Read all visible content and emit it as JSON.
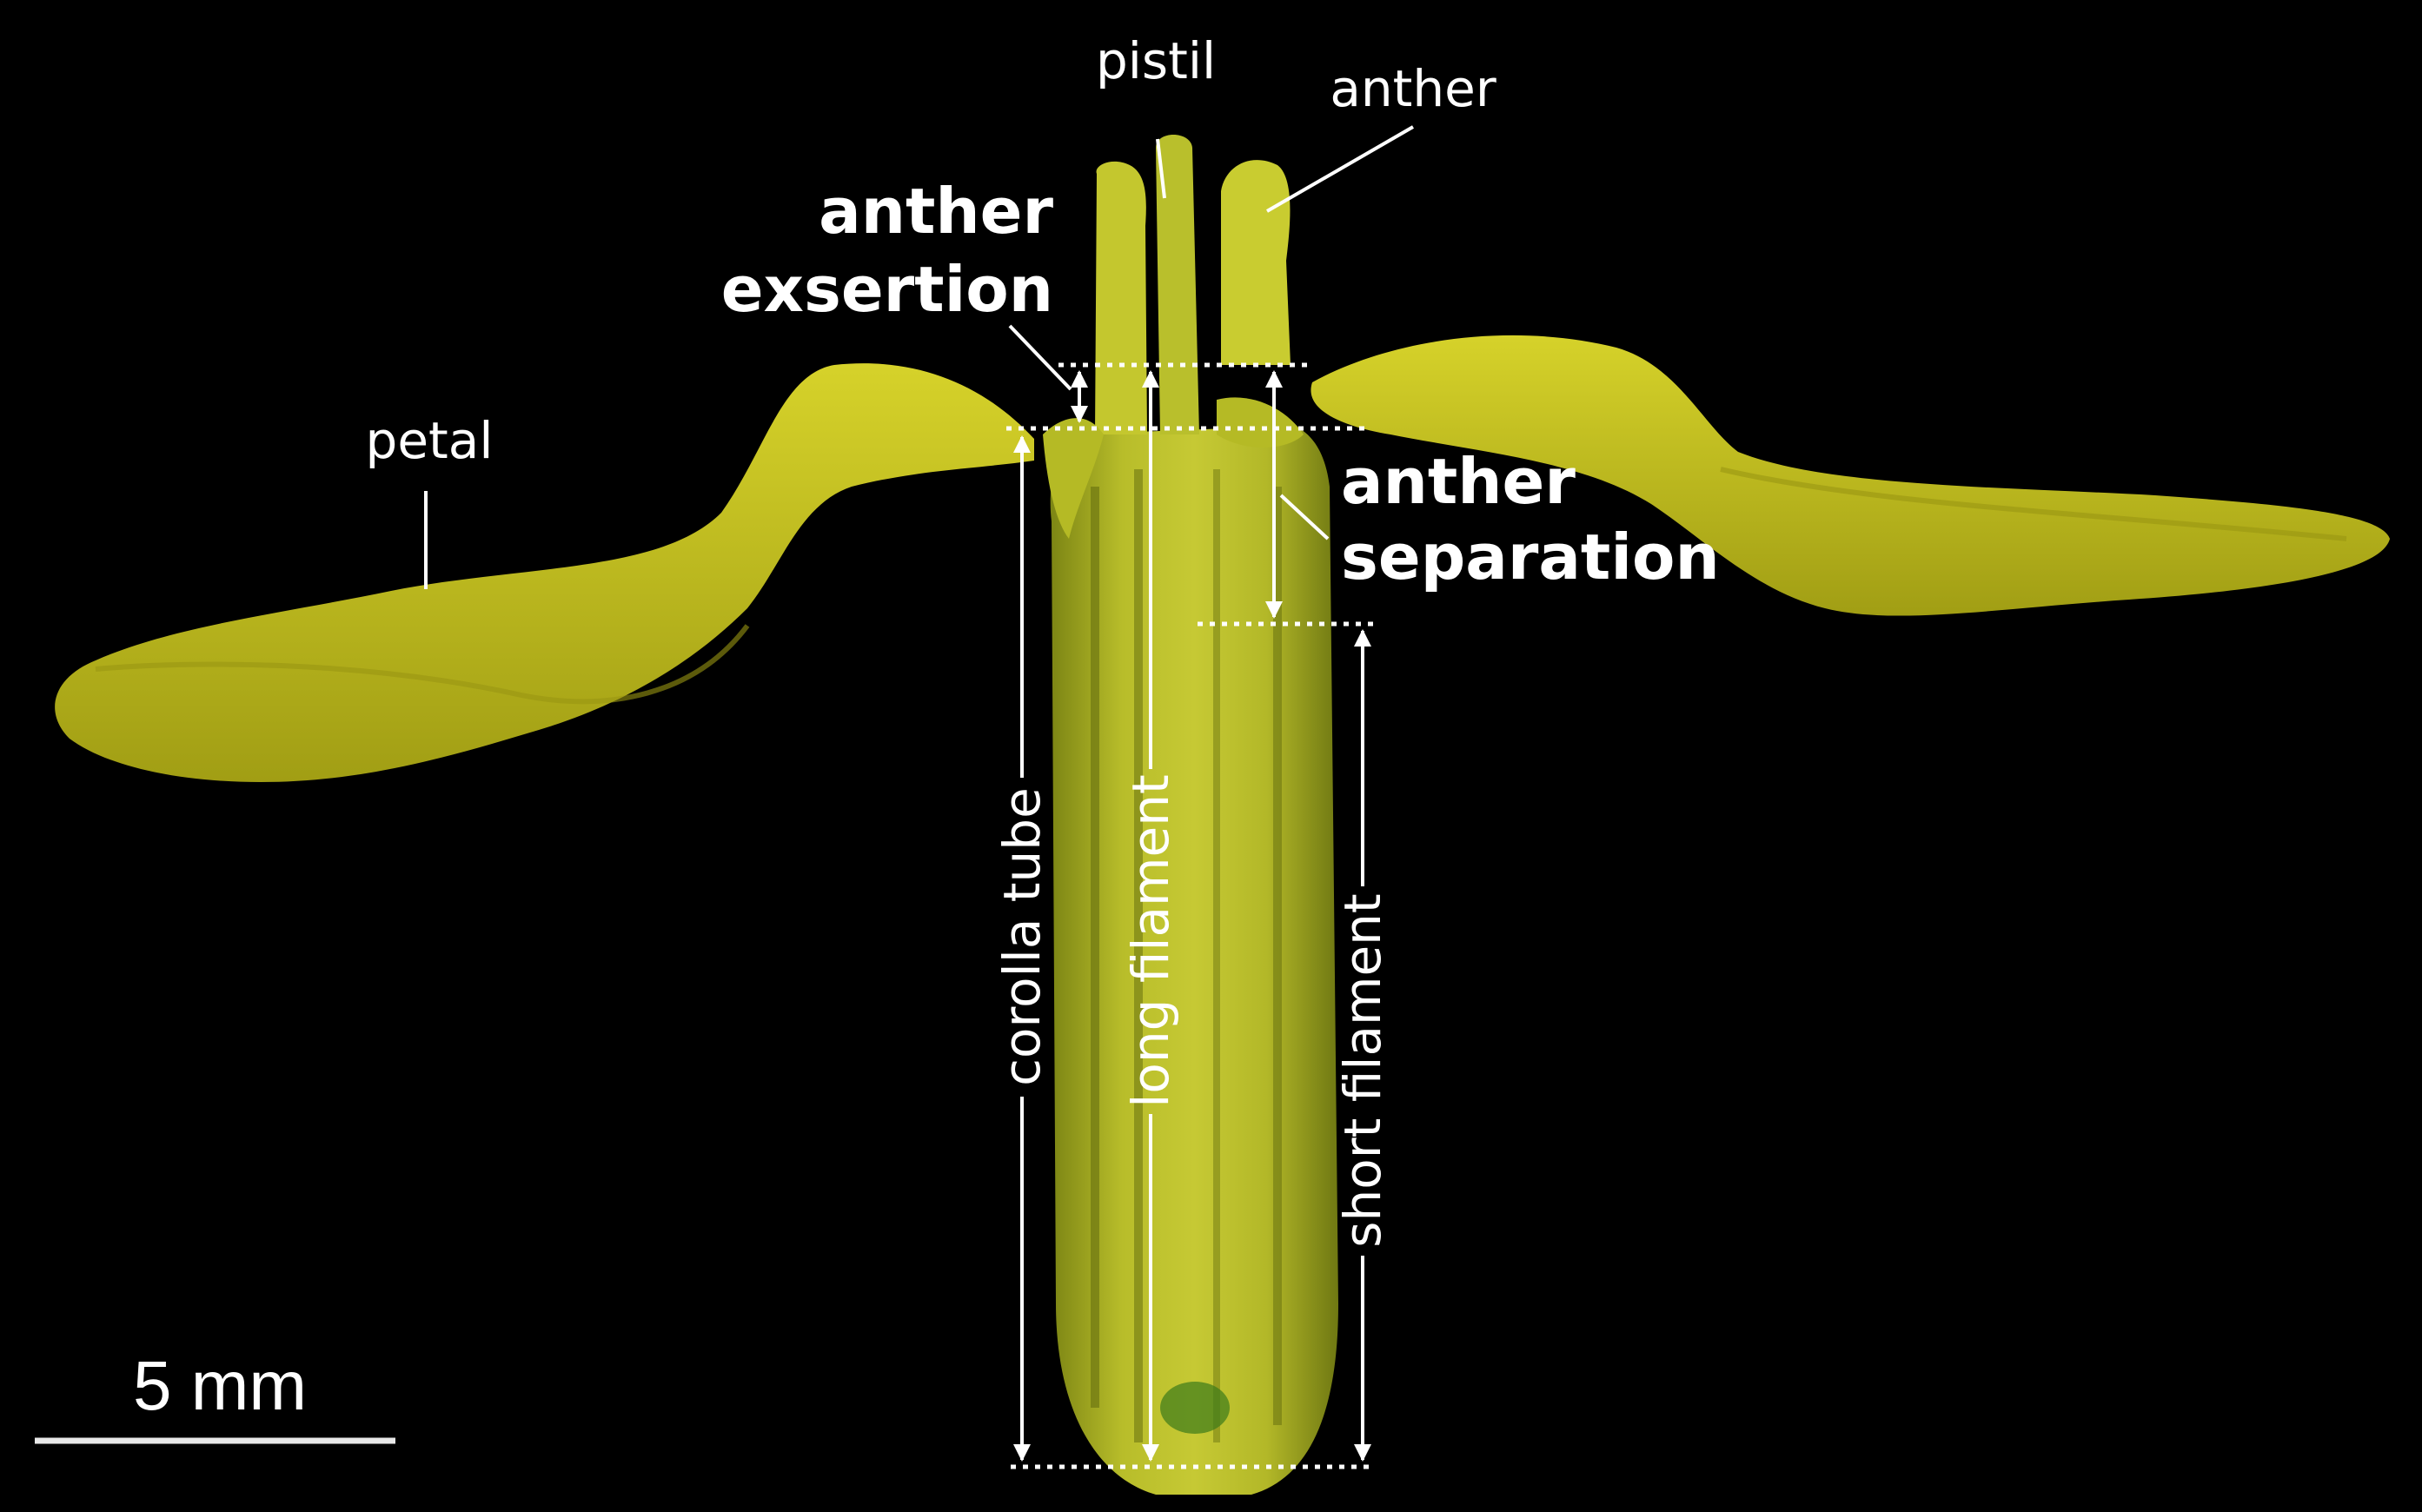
{
  "labels": {
    "pistil": "pistil",
    "anther": "anther",
    "anther_exsertion_line1": "anther",
    "anther_exsertion_line2": "exsertion",
    "petal": "petal",
    "anther_separation_line1": "anther",
    "anther_separation_line2": "separation",
    "corolla_tube": "corolla tube",
    "long_filament": "long filament",
    "short_filament": "short filament",
    "scale_bar": "5 mm"
  },
  "colors": {
    "background": "#000000",
    "petal": "#c9c820",
    "petal_dark": "#8e8a10",
    "tube": "#aeb524",
    "tube_dark": "#6f7a14",
    "annotation": "#ffffff"
  }
}
